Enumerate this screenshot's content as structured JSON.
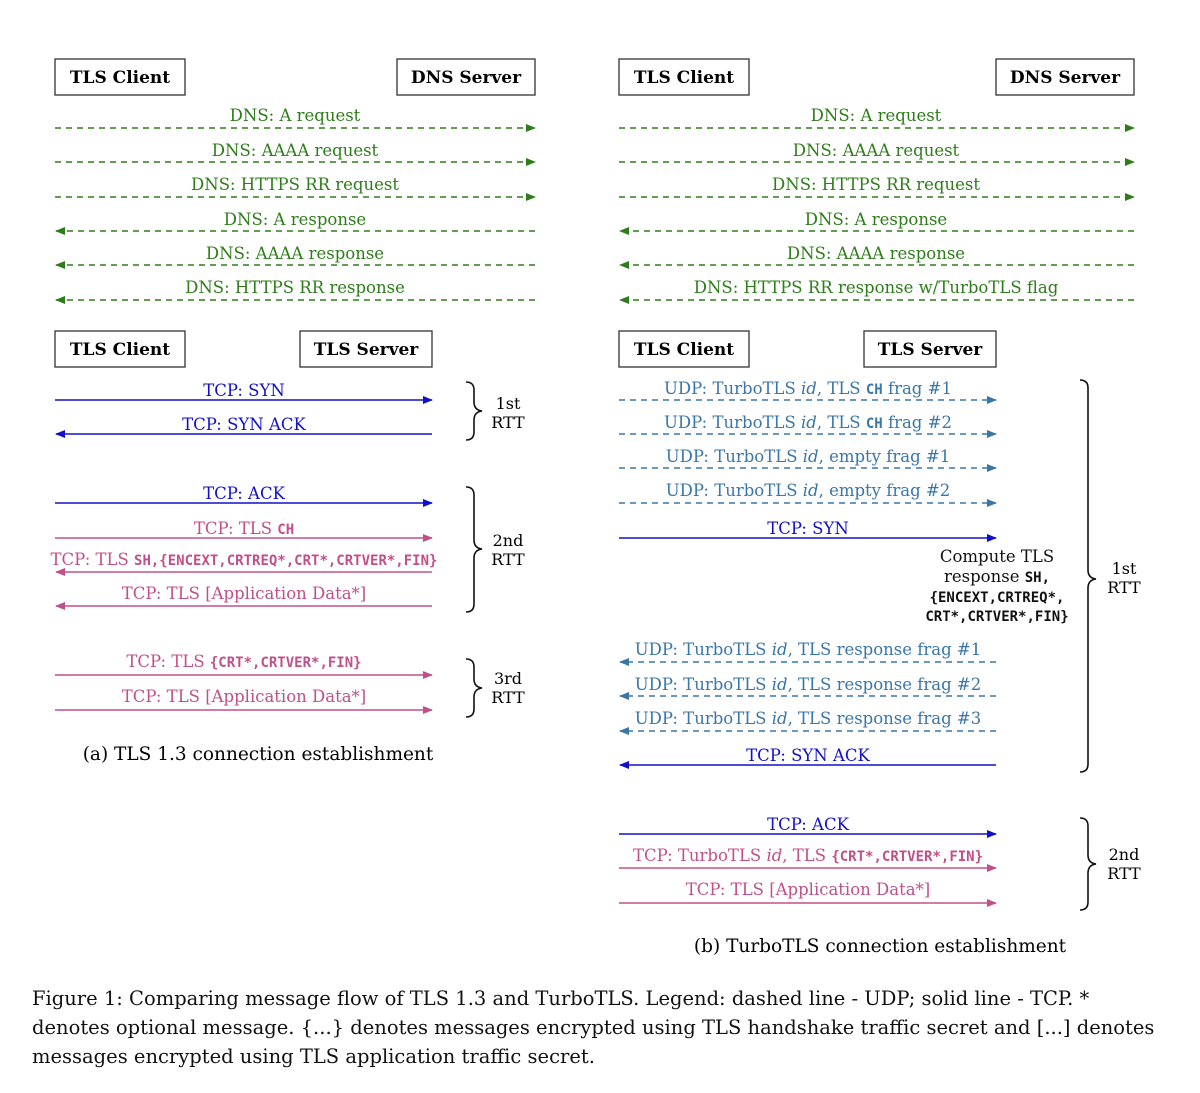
{
  "colors": {
    "dns": "#2e7d1a",
    "udp": "#3a76a8",
    "tcp": "#1010c8",
    "tls": "#c0508a",
    "text": "#111111"
  },
  "panel_a": {
    "dns_client": "TLS Client",
    "dns_server": "DNS Server",
    "tls_client": "TLS Client",
    "tls_server": "TLS Server",
    "dns_msgs": [
      "DNS: A request",
      "DNS: AAAA request",
      "DNS: HTTPS RR request",
      "DNS: A response",
      "DNS: AAAA response",
      "DNS: HTTPS RR response"
    ],
    "rtt1": {
      "line1": "1st",
      "line2": "RTT",
      "msgs": [
        "TCP: SYN",
        "TCP: SYN ACK"
      ]
    },
    "rtt2": {
      "line1": "2nd",
      "line2": "RTT",
      "ack": "TCP: ACK",
      "ch_prefix": "TCP: TLS ",
      "ch_mono": "CH",
      "sh_prefix": "TCP: TLS ",
      "sh_mono": "SH,{ENCEXT,CRTREQ*,CRT*,CRTVER*,FIN}",
      "appdata": "TCP: TLS [Application Data*]"
    },
    "rtt3": {
      "line1": "3rd",
      "line2": "RTT",
      "fin_prefix": "TCP: TLS ",
      "fin_mono": "{CRT*,CRTVER*,FIN}",
      "appdata": "TCP: TLS [Application Data*]"
    },
    "caption": "(a) TLS 1.3 connection establishment"
  },
  "panel_b": {
    "dns_client": "TLS Client",
    "dns_server": "DNS Server",
    "tls_client": "TLS Client",
    "tls_server": "TLS Server",
    "dns_msgs": [
      "DNS: A request",
      "DNS: AAAA request",
      "DNS: HTTPS RR request",
      "DNS: A response",
      "DNS: AAAA response",
      "DNS: HTTPS RR response w/TurboTLS flag"
    ],
    "udp_prefix": "UDP: TurboTLS ",
    "id_label": "id",
    "udp_req": [
      {
        "mid": ", TLS ",
        "mono": "CH",
        "tail": " frag #1"
      },
      {
        "mid": ", TLS ",
        "mono": "CH",
        "tail": " frag #2"
      },
      {
        "mid": ", empty frag #1",
        "mono": "",
        "tail": ""
      },
      {
        "mid": ", empty frag #2",
        "mono": "",
        "tail": ""
      }
    ],
    "syn": "TCP: SYN",
    "compute": {
      "line1": "Compute TLS",
      "line2a": "response ",
      "line2b": "SH,",
      "line3": "{ENCEXT,CRTREQ*,",
      "line4": "CRT*,CRTVER*,FIN}"
    },
    "udp_resp": [
      ", TLS response frag #1",
      ", TLS response frag #2",
      ", TLS response frag #3"
    ],
    "synack": "TCP: SYN ACK",
    "rtt1": {
      "line1": "1st",
      "line2": "RTT"
    },
    "rtt2": {
      "line1": "2nd",
      "line2": "RTT",
      "ack": "TCP: ACK",
      "fin_prefix": "TCP: TurboTLS ",
      "fin_mid": ", TLS ",
      "fin_mono": "{CRT*,CRTVER*,FIN}",
      "appdata": "TCP: TLS [Application Data*]"
    },
    "caption": "(b) TurboTLS connection establishment"
  },
  "figure_caption": "Figure 1: Comparing message flow of TLS 1.3 and TurboTLS. Legend: dashed line - UDP; solid line - TCP. * denotes optional message. {...} denotes messages encrypted using TLS handshake traffic secret and [...] denotes messages encrypted using TLS application traffic secret."
}
